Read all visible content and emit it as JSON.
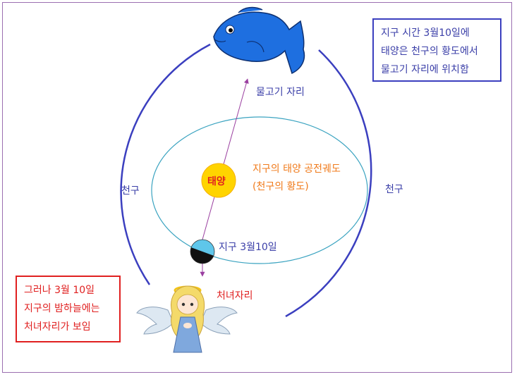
{
  "labels": {
    "pisces": "물고기 자리",
    "celestial_left": "천구",
    "celestial_right": "천구",
    "orbit_line1": "지구의 태양 공전궤도",
    "orbit_line2": "(천구의 황도)",
    "sun": "태양",
    "earth_date": "지구 3월10일",
    "virgo": "처녀자리"
  },
  "note_top": {
    "line1": "지구 시간 3월10일에",
    "line2": "태양은 천구의 황도에서",
    "line3": "물고기 자리에 위치함"
  },
  "note_bottom": {
    "line1": "그러나 3월 10일",
    "line2": "지구의 밤하늘에는",
    "line3": "처녀자리가 보임"
  },
  "colors": {
    "celestial_sphere": "#3b3fbf",
    "orbit": "#3aa3c0",
    "sun": "#ffd400",
    "sun_text": "#e02020",
    "arrow": "#9a3fa0",
    "note_top_border": "#3b3fbf",
    "note_bottom_border": "#e02020",
    "fish": "#1e6fe0"
  }
}
